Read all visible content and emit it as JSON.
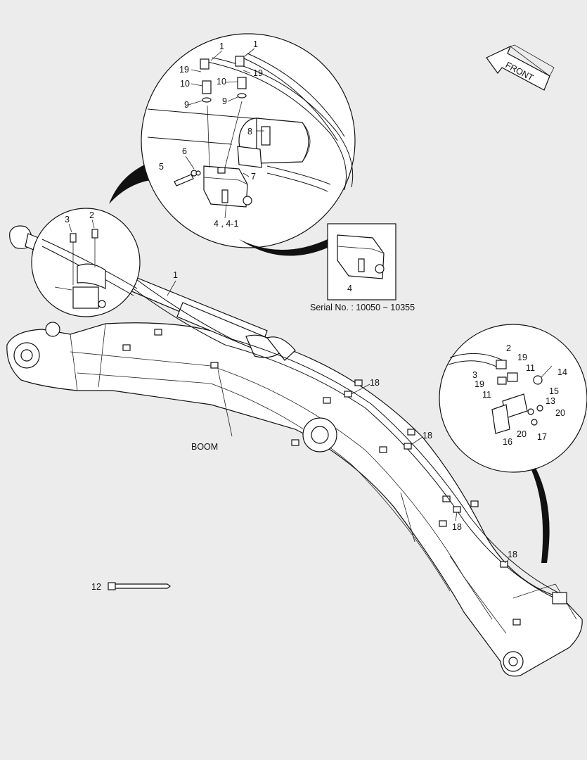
{
  "labels": {
    "front": "FRONT",
    "boom": "BOOM",
    "serial": "Serial No. : 10050 ~ 10355",
    "inset_part": "4",
    "top_1a": "1",
    "top_1b": "1",
    "top_19a": "19",
    "top_19b": "19",
    "top_10a": "10",
    "top_10b": "10",
    "top_9a": "9",
    "top_9b": "9",
    "top_8": "8",
    "top_6": "6",
    "top_5": "5",
    "top_7": "7",
    "top_4": "4 , 4-1",
    "left_3": "3",
    "left_2": "2",
    "main_1": "1",
    "r_2": "2",
    "r_19a": "19",
    "r_3": "3",
    "r_11a": "11",
    "r_14": "14",
    "r_19b": "19",
    "r_15": "15",
    "r_11b": "11",
    "r_13": "13",
    "r_20a": "20",
    "r_20b": "20",
    "r_16": "16",
    "r_17": "17",
    "h_18a": "18",
    "h_18b": "18",
    "h_18c": "18",
    "h_18d": "18",
    "tie_12": "12"
  }
}
